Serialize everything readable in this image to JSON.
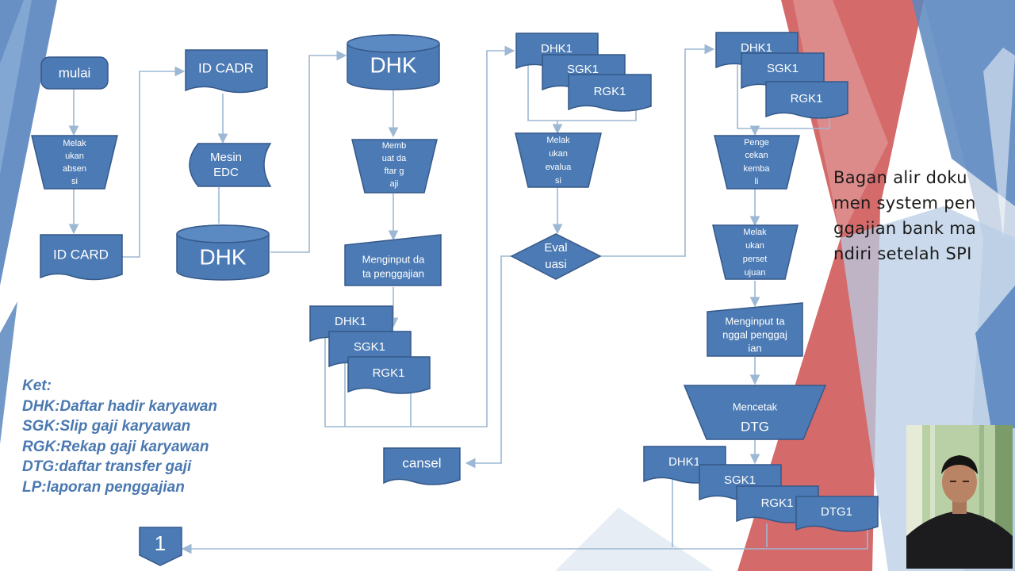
{
  "caption_lines": [
    "Bagan alir doku",
    "men system pen",
    "ggajian bank ma",
    "ndiri setelah SPI"
  ],
  "legend": {
    "heading": "Ket:",
    "items": [
      "DHK:Daftar hadir karyawan",
      "SGK:Slip gaji karyawan",
      "RGK:Rekap gaji karyawan",
      "DTG:daftar transfer gaji",
      "LP:laporan penggajian"
    ]
  },
  "shapes": {
    "mulai": "mulai",
    "absensi": [
      "Melak",
      "ukan",
      "absen",
      "si"
    ],
    "id_card": "ID CARD",
    "id_cadr": "ID CADR",
    "mesin_edc": [
      "Mesin",
      "EDC"
    ],
    "dhk_store_1": "DHK",
    "dhk_store_2": "DHK",
    "buat_daftar_gaji": [
      "Memb",
      "uat da",
      "ftar g",
      "aji"
    ],
    "input_penggajian": [
      "Menginput da",
      "ta penggajian"
    ],
    "doc_dhk1_a": "DHK1",
    "doc_sgk1_a": "SGK1",
    "doc_rgk1_a": "RGK1",
    "cansel": "cansel",
    "doc_dhk1_b": "DHK1",
    "doc_sgk1_b": "SGK1",
    "doc_rgk1_b": "RGK1",
    "evaluasi_proc": [
      "Melak",
      "ukan",
      "evalua",
      "si"
    ],
    "evaluasi_decision": [
      "Eval",
      "uasi"
    ],
    "doc_dhk1_c": "DHK1",
    "doc_sgk1_c": "SGK1",
    "doc_rgk1_c": "RGK1",
    "pengecekan": [
      "Penge",
      "cekan",
      "kemba",
      "li"
    ],
    "persetujuan": [
      "Melak",
      "ukan",
      "perset",
      "ujuan"
    ],
    "input_tanggal": [
      "Menginput ta",
      "nggal penggaj",
      "ian"
    ],
    "mencetak": [
      "Mencetak",
      "DTG"
    ],
    "doc_dhk1_d": "DHK1",
    "doc_sgk1_d": "SGK1",
    "doc_rgk1_d": "RGK1",
    "doc_dtg1_d": "DTG1",
    "connector_1": "1"
  },
  "colors": {
    "shape_fill": "#4b7ab4",
    "shape_stroke": "#35598a",
    "connector_line": "#9db8d4",
    "legend_text": "#4a78b0",
    "deco_blue": "#5b87c0",
    "deco_red": "#cf5a5a"
  }
}
